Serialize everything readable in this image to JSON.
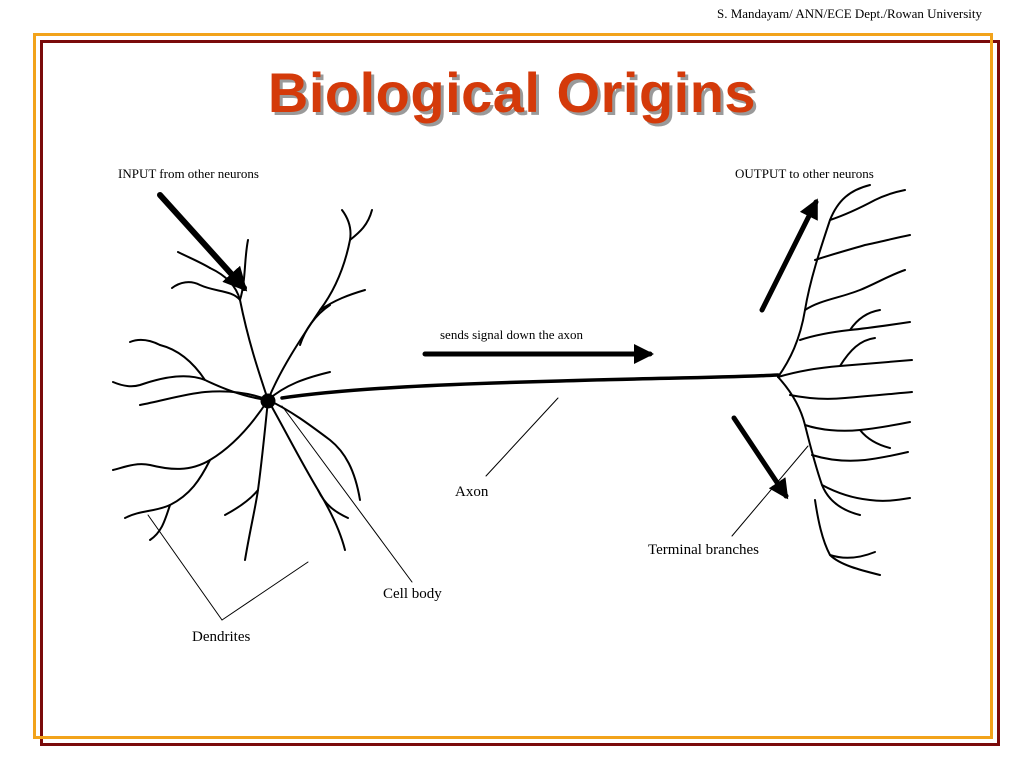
{
  "header": {
    "credit": "S. Mandayam/ ANN/ECE Dept./Rowan University"
  },
  "slide": {
    "title": "Biological Origins"
  },
  "diagram": {
    "labels": {
      "input": "INPUT from other neurons",
      "output": "OUTPUT to other neurons",
      "signal": "sends signal down the axon",
      "axon": "Axon",
      "cell_body": "Cell body",
      "dendrites": "Dendrites",
      "terminal": "Terminal branches"
    }
  },
  "colors": {
    "title": "#d43a0a",
    "frame_outer": "#7a0a0a",
    "frame_inner": "#f2a31b"
  }
}
